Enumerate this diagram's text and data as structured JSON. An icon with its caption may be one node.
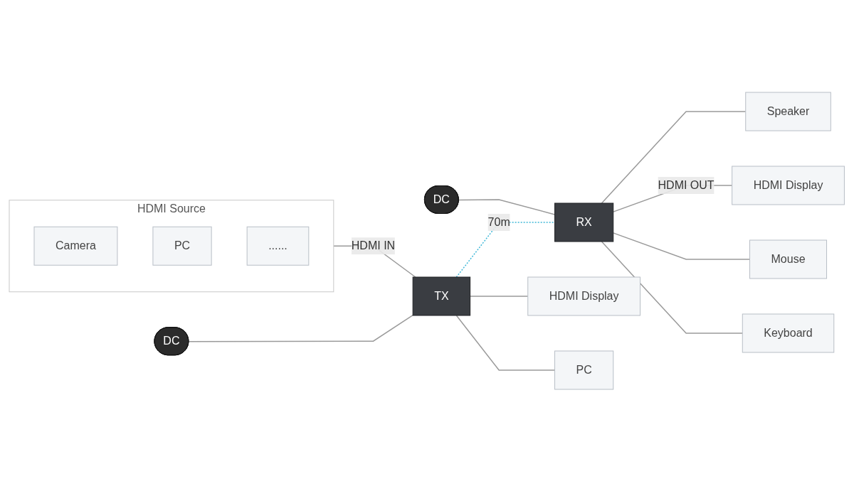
{
  "diagram": {
    "nodes": [
      {
        "text": [
          "HDMI Source"
        ]
      },
      {
        "text": [
          "Camera"
        ],
        "in": 0
      },
      {
        "text": [
          "PC"
        ],
        "in": 0
      },
      {
        "text": [
          "......"
        ],
        "in": 0
      },
      {
        "text": [
          "DC"
        ]
      },
      {
        "text": [
          "TX"
        ]
      },
      {
        "text": [
          "DC"
        ]
      },
      {
        "text": [
          "RX"
        ]
      },
      {
        "text": [
          "Speaker"
        ]
      },
      {
        "text": [
          "HDMI Display"
        ]
      },
      {
        "text": [
          "HDMI Display"
        ]
      },
      {
        "text": [
          "PC"
        ]
      },
      {
        "text": [
          "Mouse"
        ]
      },
      {
        "text": [
          "Keyboard"
        ]
      }
    ],
    "edges": [
      {
        "from": 0,
        "to": 5,
        "arrow": "none",
        "label": "HDMI IN"
      },
      {
        "from": 4,
        "to": 5,
        "arrow": "none"
      },
      {
        "from": 5,
        "to": 7,
        "arrow": "none",
        "label": "70m",
        "style": "dashed",
        "color": "#3fb8d8"
      },
      {
        "from": 6,
        "to": 7,
        "arrow": "none"
      },
      {
        "from": 7,
        "to": 8,
        "arrow": "none"
      },
      {
        "from": 7,
        "to": 9,
        "arrow": "none",
        "label": "HDMI OUT"
      },
      {
        "from": 5,
        "to": 10,
        "arrow": "none"
      },
      {
        "from": 5,
        "to": 11,
        "arrow": "none"
      },
      {
        "from": 7,
        "to": 12,
        "arrow": "none"
      },
      {
        "from": 7,
        "to": 13,
        "arrow": "none"
      }
    ]
  }
}
